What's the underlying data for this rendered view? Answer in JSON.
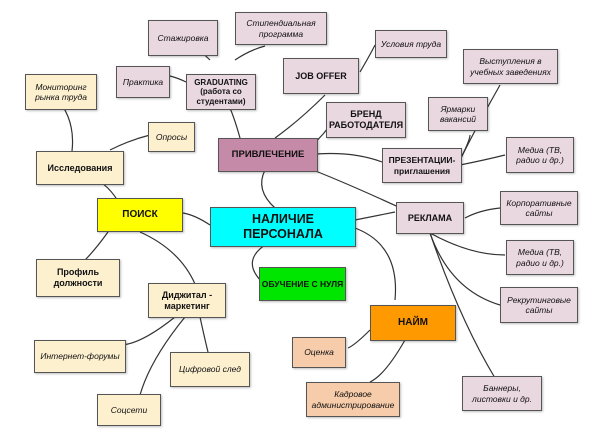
{
  "nodes": {
    "center": "НАЛИЧИЕ ПЕРСОНАЛА",
    "privlechenie": "ПРИВЛЕЧЕНИЕ",
    "poisk": "ПОИСК",
    "obuchenie": "ОБУЧЕНИЕ С НУЛЯ",
    "naim": "НАЙМ",
    "issledovaniya": "Исследования",
    "monitoring": "Мониторинг рынка труда",
    "oprosy": "Опросы",
    "profil": "Профиль должности",
    "digital": "Диджитал - маркетинг",
    "forumy": "Интернет-форумы",
    "sled": "Цифровой след",
    "socseti": "Соцсети",
    "praktika": "Практика",
    "stazhirovka": "Стажировка",
    "stipend": "Стипендиальная программа",
    "graduating": "GRADUATING (работа со студентами)",
    "joboffer": "JOB OFFER",
    "usloviya": "Условия труда",
    "brend": "БРЕНД РАБОТОДАТЕЛЯ",
    "prezent": "ПРЕЗЕНТАЦИИ-приглашения",
    "yarmarki": "Ярмарки вакансий",
    "vystupleniya": "Выступления в учебных заведениях",
    "media1": "Медиа (ТВ, радио и др.)",
    "reklama": "РЕКЛАМА",
    "korp": "Корпоративные сайты",
    "media2": "Медиа (ТВ, радио и др.)",
    "rekrut": "Рекрутинговые сайты",
    "bannery": "Баннеры, листовки и др.",
    "ocenka": "Оценка",
    "kadrovoe": "Кадровое администрирование"
  }
}
